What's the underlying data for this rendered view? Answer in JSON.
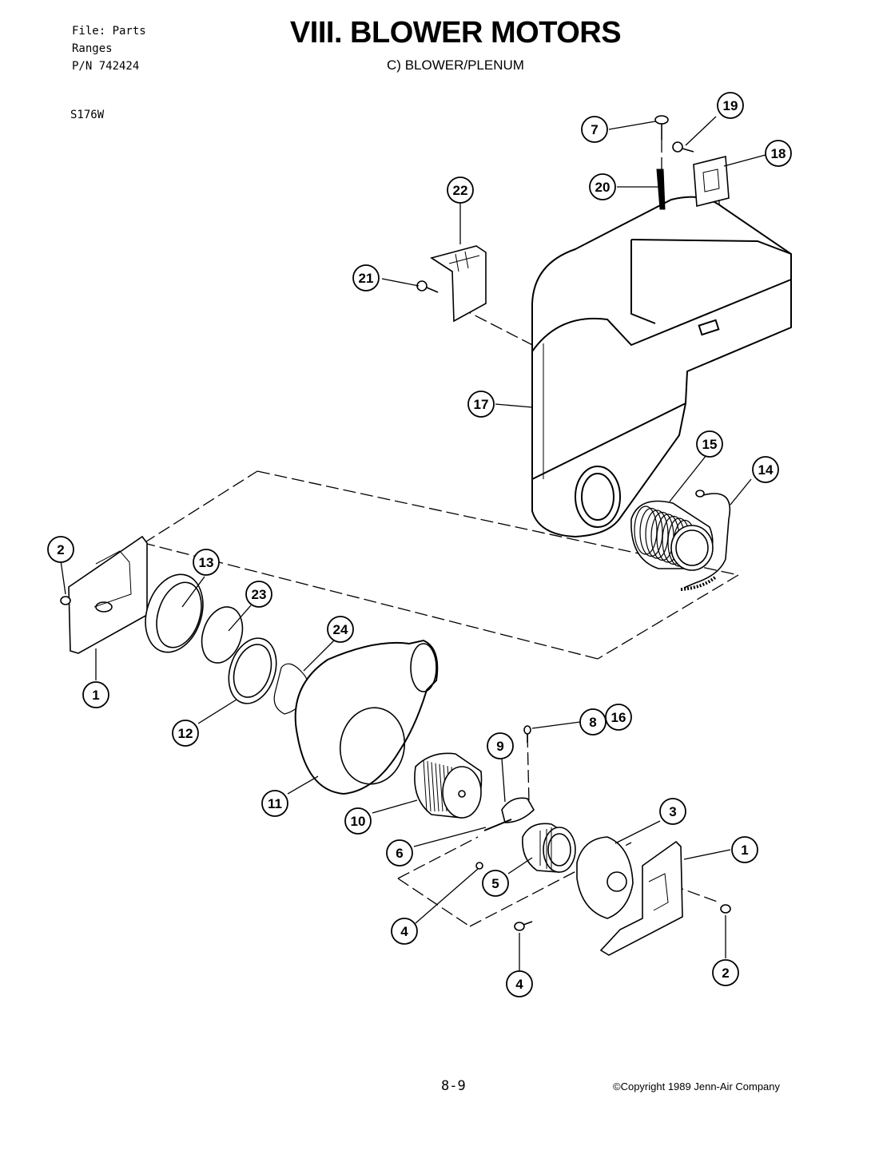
{
  "header": {
    "file_line": "File: Parts",
    "category_line": "Ranges",
    "pn_line": "P/N 742424",
    "model": "S176W",
    "title": "VIII. BLOWER MOTORS",
    "subtitle": "C) BLOWER/PLENUM"
  },
  "callouts": [
    "7",
    "19",
    "18",
    "20",
    "22",
    "21",
    "17",
    "15",
    "14",
    "2",
    "13",
    "23",
    "24",
    "1",
    "12",
    "11",
    "8",
    "16",
    "9",
    "10",
    "6",
    "3",
    "1",
    "5",
    "4",
    "2",
    "4"
  ],
  "footer": {
    "page": "8-9",
    "copyright": "©Copyright 1989 Jenn-Air Company"
  }
}
